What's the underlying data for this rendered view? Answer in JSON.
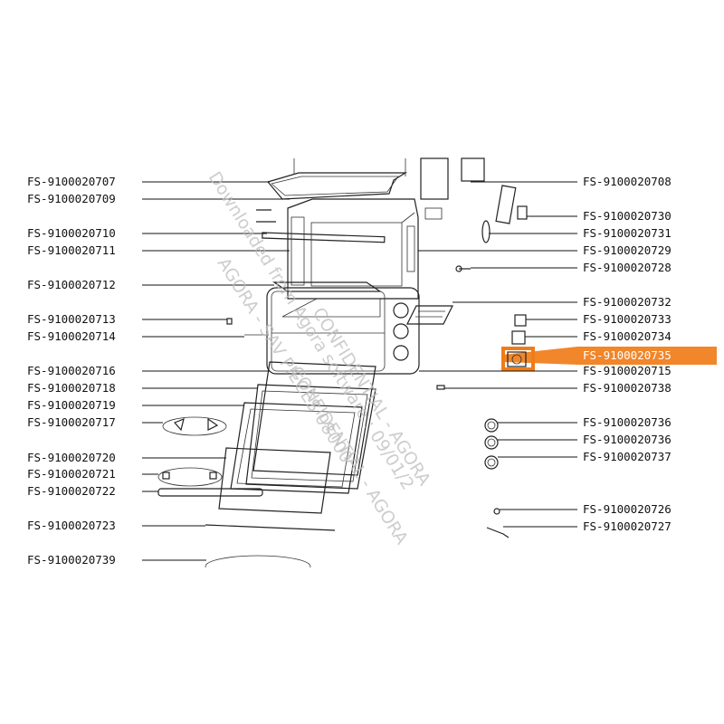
{
  "diagram": {
    "highlight_color": "#f07c18",
    "highlighted_part": "FS-9100020735",
    "left_labels": [
      "FS-9100020707",
      "FS-9100020709",
      "FS-9100020710",
      "FS-9100020711",
      "FS-9100020712",
      "FS-9100020713",
      "FS-9100020714",
      "FS-9100020716",
      "FS-9100020718",
      "FS-9100020719",
      "FS-9100020717",
      "FS-9100020720",
      "FS-9100020721",
      "FS-9100020722",
      "FS-9100020723",
      "FS-9100020739"
    ],
    "right_labels": [
      "FS-9100020708",
      "FS-9100020730",
      "FS-9100020731",
      "FS-9100020729",
      "FS-9100020728",
      "FS-9100020732",
      "FS-9100020733",
      "FS-9100020734",
      "FS-9100020735",
      "FS-9100020715",
      "FS-9100020738",
      "FS-9100020736",
      "FS-9100020736",
      "FS-9100020737",
      "FS-9100020726",
      "FS-9100020727"
    ],
    "watermark_lines": [
      "Downloaded from Agora software : 09/01/2",
      "AGORA - SAV PIECES 08000",
      "CONFIDENTIAL - AGORA",
      "CONFIDENTIAL - AGORA"
    ]
  }
}
